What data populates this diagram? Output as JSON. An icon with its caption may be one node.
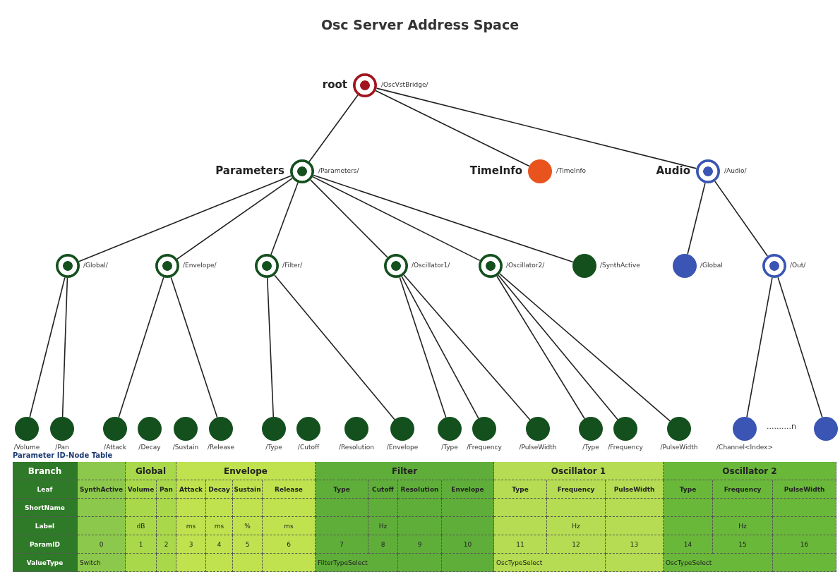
{
  "diagram": {
    "title": "Osc Server Address Space",
    "nodes": [
      {
        "text": [
          "root",
          "/OscVstBridge/"
        ]
      },
      {
        "text": [
          "Parameters",
          "/Parameters/"
        ]
      },
      {
        "text": [
          "TimeInfo",
          "/TimeInfo"
        ]
      },
      {
        "text": [
          "Audio",
          "/Audio/"
        ]
      },
      {
        "text": [
          "/Global/"
        ]
      },
      {
        "text": [
          "/Envelope/"
        ]
      },
      {
        "text": [
          "/Filter/"
        ]
      },
      {
        "text": [
          "/Oscillator1/"
        ]
      },
      {
        "text": [
          "/Oscillator2/"
        ]
      },
      {
        "text": [
          "/SynthActive"
        ]
      },
      {
        "text": [
          "/Global"
        ]
      },
      {
        "text": [
          "/Out/"
        ]
      },
      {
        "text": [
          "/Volume"
        ]
      },
      {
        "text": [
          "/Pan"
        ]
      },
      {
        "text": [
          "/Attack"
        ]
      },
      {
        "text": [
          "/Decay"
        ]
      },
      {
        "text": [
          "/Sustain"
        ]
      },
      {
        "text": [
          "/Release"
        ]
      },
      {
        "text": [
          "/Type"
        ]
      },
      {
        "text": [
          "/Cutoff"
        ]
      },
      {
        "text": [
          "/Resolution"
        ]
      },
      {
        "text": [
          "/Envelope"
        ]
      },
      {
        "text": [
          "/Type"
        ]
      },
      {
        "text": [
          "/Frequency"
        ]
      },
      {
        "text": [
          "/PulseWidth"
        ]
      },
      {
        "text": [
          "/Type"
        ]
      },
      {
        "text": [
          "/Frequency"
        ]
      },
      {
        "text": [
          "/PulseWidth"
        ]
      },
      {
        "text": [
          "/Channel<Index>"
        ]
      },
      {
        "text": [],
        "shape": "circle"
      }
    ],
    "edges": [
      {
        "from": 0,
        "to": 1,
        "arrow": "none"
      },
      {
        "from": 0,
        "to": 2,
        "arrow": "none"
      },
      {
        "from": 0,
        "to": 3,
        "arrow": "none"
      },
      {
        "from": 1,
        "to": 4,
        "arrow": "none"
      },
      {
        "from": 1,
        "to": 5,
        "arrow": "none"
      },
      {
        "from": 1,
        "to": 6,
        "arrow": "none"
      },
      {
        "from": 1,
        "to": 7,
        "arrow": "none"
      },
      {
        "from": 1,
        "to": 8,
        "arrow": "none"
      },
      {
        "from": 1,
        "to": 9,
        "arrow": "none"
      },
      {
        "from": 3,
        "to": 10,
        "arrow": "none"
      },
      {
        "from": 3,
        "to": 11,
        "arrow": "none"
      },
      {
        "from": 4,
        "to": 12,
        "arrow": "none"
      },
      {
        "from": 4,
        "to": 13,
        "arrow": "none"
      },
      {
        "from": 5,
        "to": 14,
        "arrow": "none"
      },
      {
        "from": 5,
        "to": 17,
        "arrow": "none"
      },
      {
        "from": 6,
        "to": 18,
        "arrow": "none"
      },
      {
        "from": 6,
        "to": 21,
        "arrow": "none"
      },
      {
        "from": 7,
        "to": 22,
        "arrow": "none"
      },
      {
        "from": 7,
        "to": 23,
        "arrow": "none"
      },
      {
        "from": 7,
        "to": 24,
        "arrow": "none"
      },
      {
        "from": 8,
        "to": 25,
        "arrow": "none"
      },
      {
        "from": 8,
        "to": 26,
        "arrow": "none"
      },
      {
        "from": 8,
        "to": 27,
        "arrow": "none"
      },
      {
        "from": 11,
        "to": 28,
        "arrow": "none"
      },
      {
        "from": 11,
        "to": 29,
        "arrow": "none"
      }
    ],
    "labels": [
      "..........n",
      "Parameter ID-Node Table",
      "Branch",
      "Global",
      "Envelope",
      "Filter",
      "Oscillator 1",
      "Oscillator 2",
      "Leaf",
      "SynthActive",
      "Volume",
      "Pan",
      "Attack",
      "Decay",
      "Sustain",
      "Release",
      "Type",
      "Cutoff",
      "Resolution",
      "Envelope",
      "Type",
      "Frequency",
      "PulseWidth",
      "Type",
      "Frequency",
      "PulseWidth",
      "ShortName",
      "Label",
      "dB",
      "ms",
      "ms",
      "%",
      "ms",
      "Hz",
      "Hz",
      "Hz",
      "ParamID",
      "0",
      "1",
      "2",
      "3",
      "4",
      "5",
      "6",
      "7",
      "8",
      "9",
      "10",
      "11",
      "12",
      "13",
      "14",
      "15",
      "16",
      "ValueType",
      "Switch",
      "FilterTypeSelect",
      "OscTypeSelect",
      "OscTypeSelect"
    ]
  }
}
